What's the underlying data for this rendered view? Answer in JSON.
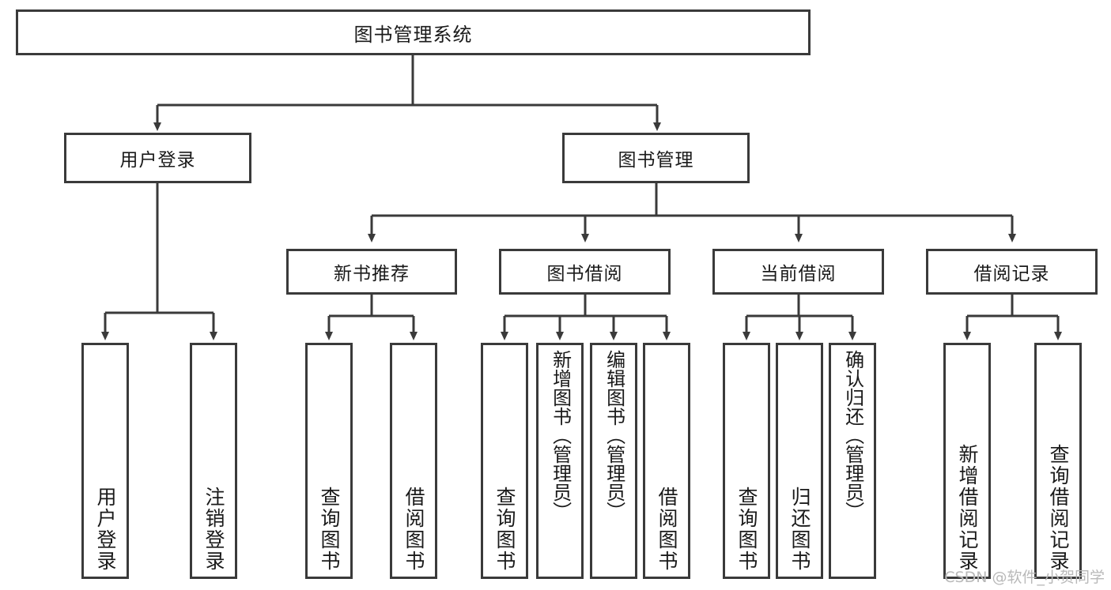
{
  "diagram": {
    "title": "图书管理系统",
    "type": "tree-hierarchy",
    "orientation": "top-down",
    "colors": {
      "box_border": "#3a3a3a",
      "box_fill": "#ffffff",
      "connector": "#3a3a3a",
      "text": "#1a1a1a",
      "watermark": "#b9b9b9"
    }
  },
  "root": {
    "label": "图书管理系统"
  },
  "level2": [
    {
      "label": "用户登录"
    },
    {
      "label": "图书管理"
    }
  ],
  "level3": [
    {
      "label": "新书推荐"
    },
    {
      "label": "图书借阅"
    },
    {
      "label": "当前借阅"
    },
    {
      "label": "借阅记录"
    }
  ],
  "leaves": {
    "user_login": [
      {
        "label": "用户登录"
      },
      {
        "label": "注销登录"
      }
    ],
    "new_book_recommend": [
      {
        "label": "查询图书"
      },
      {
        "label": "借阅图书"
      }
    ],
    "book_borrow": [
      {
        "label": "查询图书"
      },
      {
        "label": "新增图书（管理员）"
      },
      {
        "label": "编辑图书（管理员）"
      },
      {
        "label": "借阅图书"
      }
    ],
    "current_borrow": [
      {
        "label": "查询图书"
      },
      {
        "label": "归还图书"
      },
      {
        "label": "确认归还（管理员）"
      }
    ],
    "borrow_record": [
      {
        "label": "新增借阅记录"
      },
      {
        "label": "查询借阅记录"
      }
    ]
  },
  "watermark": {
    "text": "CSDN @软件_小贺同学"
  }
}
